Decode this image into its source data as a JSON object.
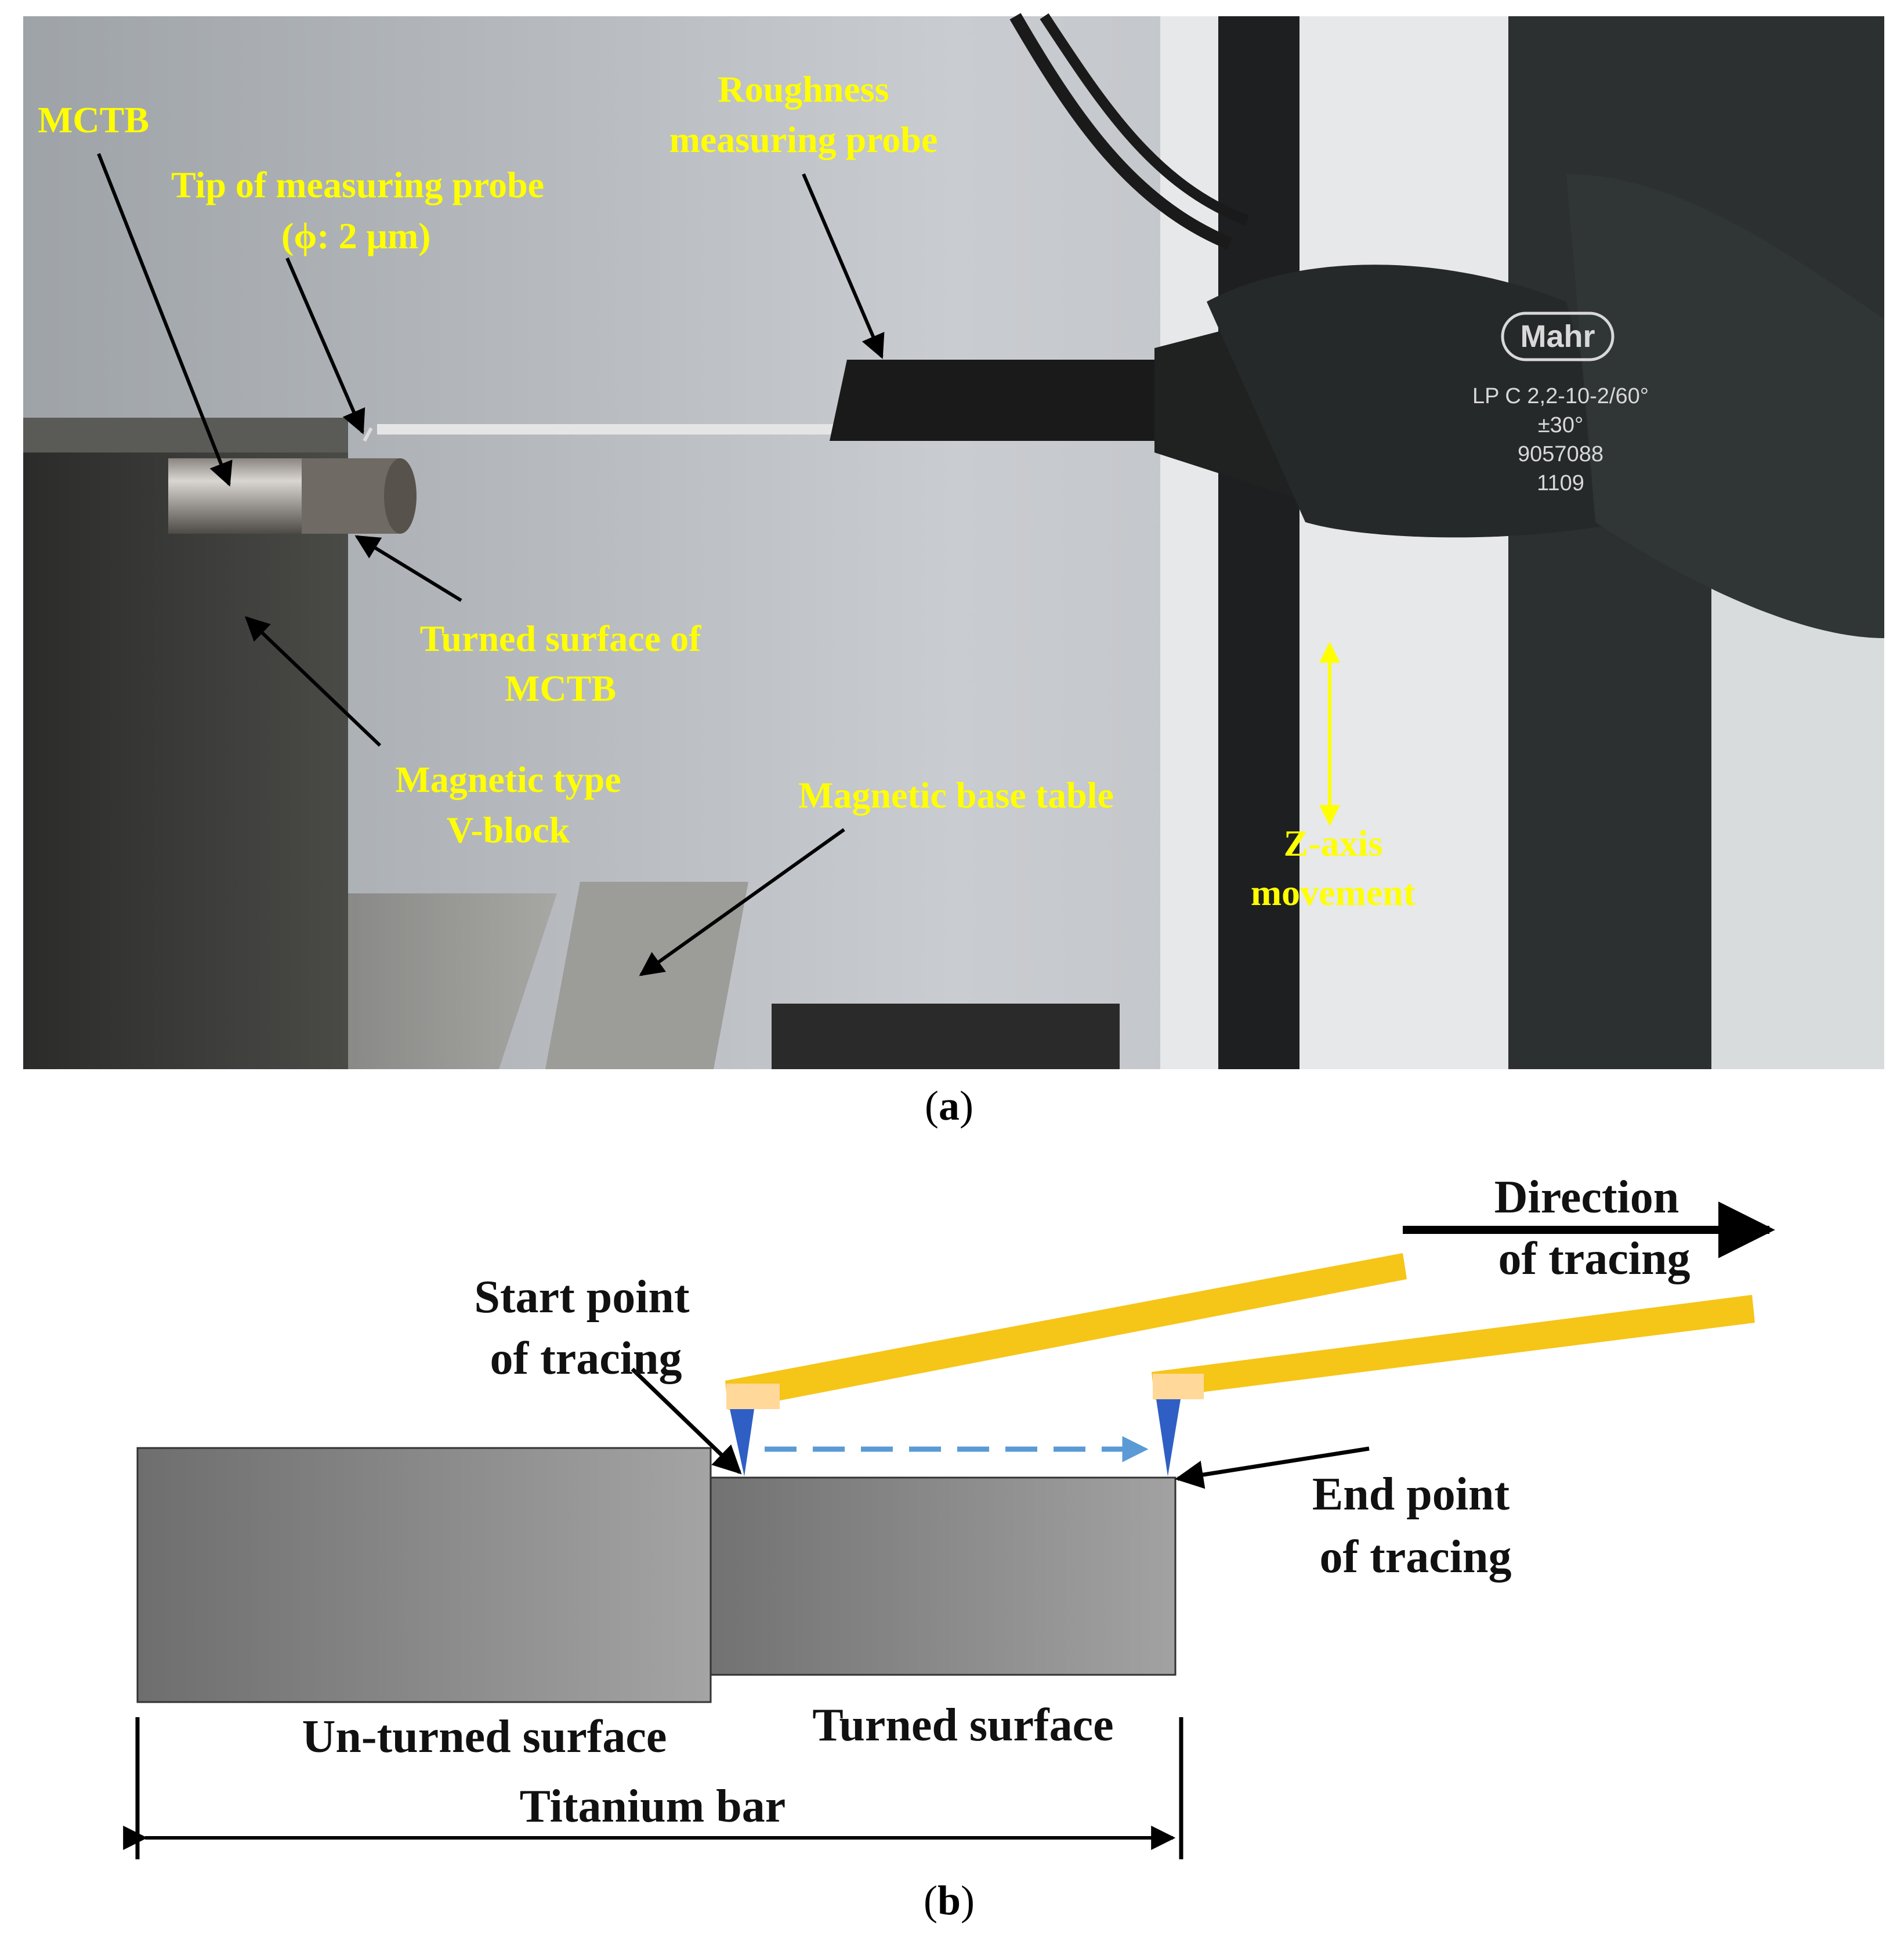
{
  "panel_a": {
    "caption": "a",
    "labels": {
      "mctb": "MCTB",
      "tip_line1": "Tip of measuring probe",
      "tip_line2": "(ϕ: 2 μm)",
      "probe_line1": "Roughness",
      "probe_line2": "measuring probe",
      "turned_line1": "Turned surface of",
      "turned_line2": "MCTB",
      "vblock_line1": "Magnetic type",
      "vblock_line2": "V-block",
      "base_table": "Magnetic base table",
      "zaxis_line1": "Z-axis",
      "zaxis_line2": "movement"
    },
    "device_text": {
      "logo": "Mahr",
      "line1": "LP C 2,2-10-2/60°",
      "line2": "±30°",
      "line3": "9057088",
      "line4": "1109"
    },
    "colors": {
      "label": "#ffff00",
      "arrow": "#000000",
      "z_arrow": "#ffff00"
    }
  },
  "panel_b": {
    "caption": "b",
    "labels": {
      "direction_line1": "Direction",
      "direction_line2": "of tracing",
      "start_line1": "Start point",
      "start_line2": "of tracing",
      "end_line1": "End point",
      "end_line2": "of tracing",
      "unturned": "Un-turned surface",
      "turned": "Turned surface",
      "titanium": "Titanium bar"
    },
    "colors": {
      "stylus": "#f5c518",
      "tip": "#2f5fc4",
      "trace": "#5b9bd5",
      "bar": "#8c8c8c"
    }
  }
}
